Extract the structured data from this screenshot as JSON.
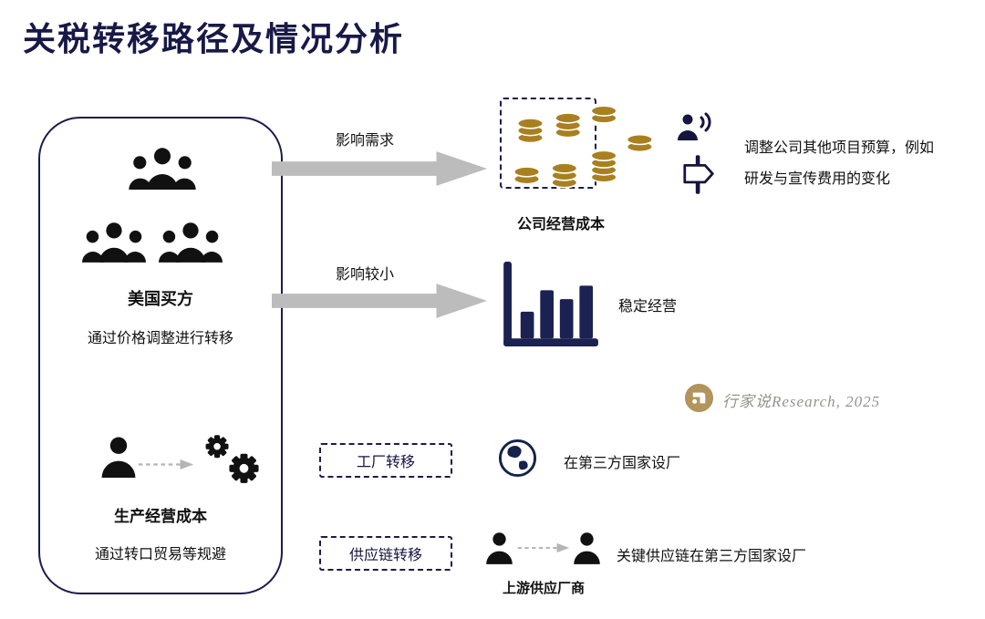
{
  "page": {
    "title": "关税转移路径及情况分析"
  },
  "colors": {
    "navy": "#1b1b4d",
    "chart_navy": "#1b2150",
    "gold_coin": "#a8801f",
    "brand_gold": "#b2945c",
    "arrow_gray": "#bcbcbc",
    "icon_black": "#111111",
    "brand_text_gray": "#94948a"
  },
  "left_panel": {
    "buyer": {
      "label": "美国买方",
      "desc": "通过价格调整进行转移"
    },
    "producer": {
      "label": "生产经营成本",
      "desc": "通过转口贸易等规避"
    }
  },
  "arrows": {
    "demand_label": "影响需求",
    "minor_label": "影响较小"
  },
  "company_cost": {
    "label": "公司经营成本"
  },
  "adjust_note": {
    "line1": "调整公司其他项目预算，例如",
    "line2": "研发与宣传费用的变化"
  },
  "stable": {
    "label": "稳定经营"
  },
  "brand": {
    "label": "行家说Research, 2025"
  },
  "factory": {
    "tag": "工厂转移",
    "desc": "在第三方国家设厂"
  },
  "supply": {
    "tag": "供应链转移",
    "supplier_label": "上游供应厂商",
    "desc": "关键供应链在第三方国家设厂"
  },
  "icons": {
    "buyers-group-icon": "three-person group silhouette",
    "person-icon": "single person silhouette",
    "gears-icon": "two gears",
    "coins-icon": "stacks of gold coins",
    "speaker-person-icon": "person with sound waves",
    "signpost-icon": "direction sign on post",
    "bar-chart-icon": "bar chart with axis",
    "globe-icon": "globe with continents",
    "brand-logo-icon": "gold circular logo",
    "big-arrow-icon": "thick gray right arrow",
    "dashed-arrow-icon": "gray dashed right arrow"
  }
}
